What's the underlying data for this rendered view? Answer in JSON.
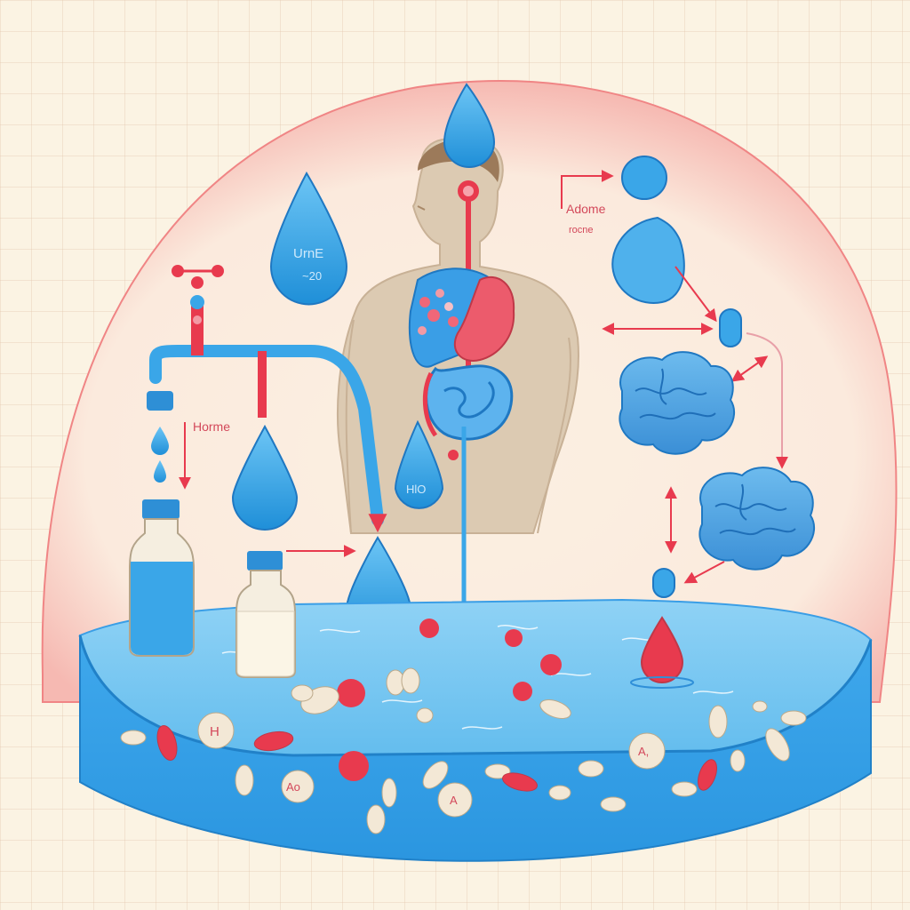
{
  "labels": {
    "urine_drop_line1": "UrnE",
    "urine_drop_line2": "~20",
    "home": "Horme",
    "adome_line1": "Adome",
    "adome_line2": "rocne",
    "h2o_drop": "HlO",
    "pill_h": "H",
    "pill_ao": "Ao",
    "pill_a": "A",
    "pill_a_subscript": "A,"
  },
  "colors": {
    "background": "#fbf3e3",
    "grid": "#e2c4aa",
    "dome_edge": "#f08585",
    "water_blue": "#3aa6e8",
    "accent_red": "#e83a4e",
    "body_skin": "#dcc9b0",
    "pill_cream": "#f3e8d6"
  },
  "icons": [
    "water-drop-icon",
    "faucet-icon",
    "bottle-icon",
    "human-figure-icon",
    "liver-icon",
    "intestine-icon",
    "brain-icon",
    "pill-icon",
    "arrow-icon"
  ]
}
